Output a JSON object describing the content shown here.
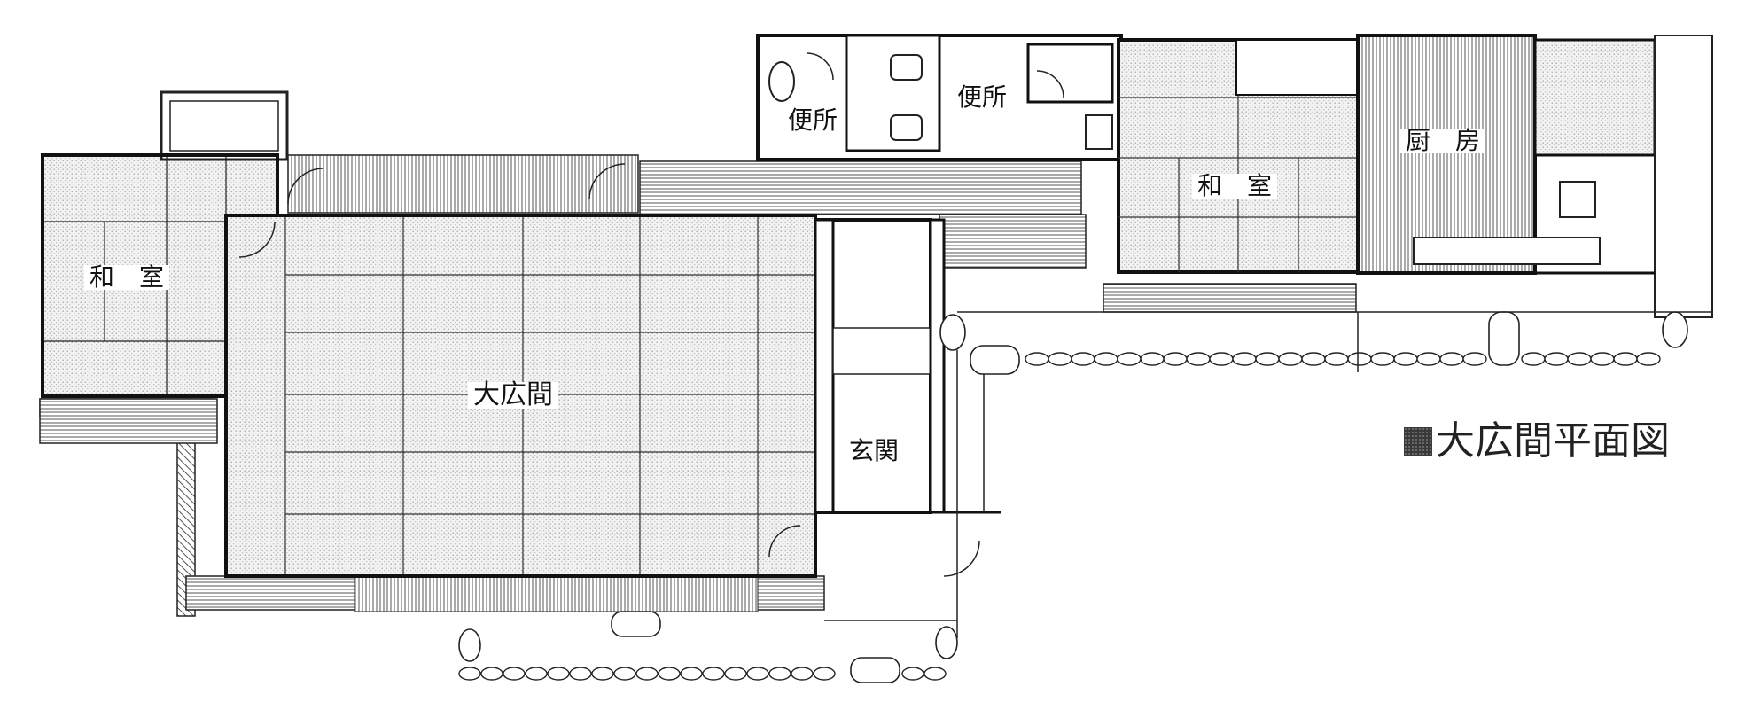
{
  "title": "大広間平面図",
  "legend_swatch_color": "#3a3a3a",
  "rooms": {
    "washitsu_left": "和　室",
    "washitsu_right": "和　室",
    "ohiroma": "大広間",
    "genkan": "玄関",
    "benjo_1": "便所",
    "benjo_2": "便所",
    "chubo": "厨　房"
  }
}
